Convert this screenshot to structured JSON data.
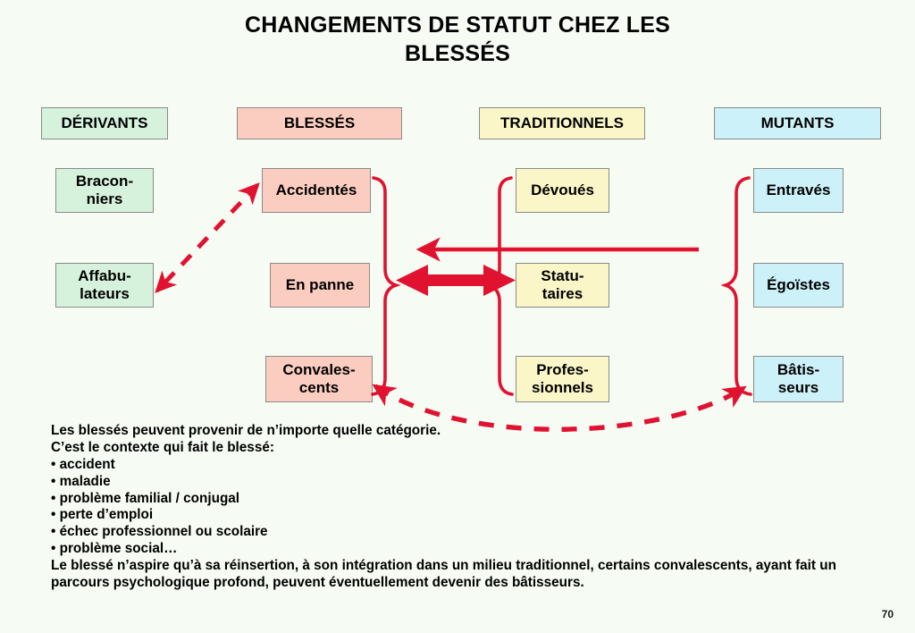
{
  "slide": {
    "title_line1": "CHANGEMENTS DE STATUT CHEZ LES",
    "title_line2": "BLESSÉS",
    "page_number": "70",
    "background_color": "#f6fcf3",
    "connector_color": "#e01230",
    "box_border_color": "#8a8a8a"
  },
  "columns": [
    {
      "header": "DÉRIVANTS",
      "color": "#d6f2dc",
      "items": [
        {
          "line1": "Bracon-",
          "line2": "niers"
        },
        {
          "line1": "Affabu-",
          "line2": "lateurs"
        }
      ]
    },
    {
      "header": "BLESSÉS",
      "color": "#fbcdc0",
      "items": [
        {
          "line1": "Accidentés",
          "line2": ""
        },
        {
          "line1": "En panne",
          "line2": ""
        },
        {
          "line1": "Convales-",
          "line2": "cents"
        }
      ]
    },
    {
      "header": "TRADITIONNELS",
      "color": "#fbf6c7",
      "items": [
        {
          "line1": "Dévoués",
          "line2": ""
        },
        {
          "line1": "Statu-",
          "line2": "taires"
        },
        {
          "line1": "Profes-",
          "line2": "sionnels"
        }
      ]
    },
    {
      "header": "MUTANTS",
      "color": "#cdf1f8",
      "items": [
        {
          "line1": "Entravés",
          "line2": ""
        },
        {
          "line1": "Égoïstes",
          "line2": ""
        },
        {
          "line1": "Bâtis-",
          "line2": "seurs"
        }
      ]
    }
  ],
  "notes": {
    "lines": [
      "Les blessés peuvent provenir de n’importe quelle catégorie.",
      "C’est le contexte qui fait le blessé:",
      "• accident",
      "• maladie",
      "• problème familial / conjugal",
      "• perte d’emploi",
      "• échec professionnel ou scolaire",
      "• problème social…"
    ],
    "paragraph": "Le blessé n’aspire qu’à sa réinsertion, à son intégration dans un milieu traditionnel, certains convalescents, ayant fait un parcours psychologique profond, peuvent éventuellement devenir des bâtisseurs."
  }
}
